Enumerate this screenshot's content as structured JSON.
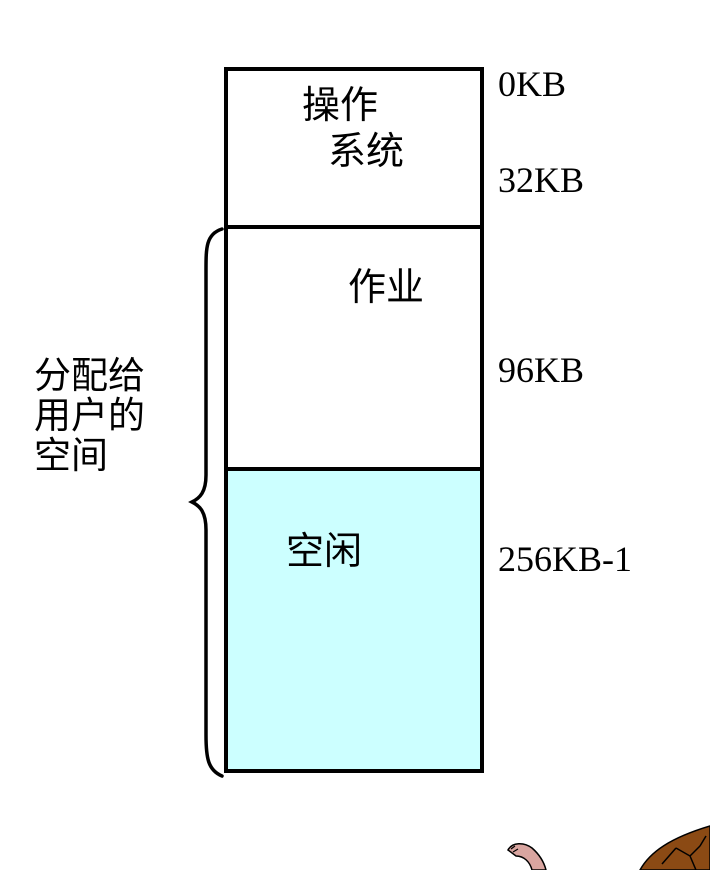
{
  "colors": {
    "free_fill": "#ccffff",
    "border": "#000000",
    "background": "#ffffff"
  },
  "blocks": {
    "os": {
      "line1": "操作",
      "line2": "系统"
    },
    "job": {
      "label": "作业"
    },
    "free": {
      "label": "空闲"
    }
  },
  "addresses": [
    "0KB",
    "32KB",
    "96KB",
    "256KB-1"
  ],
  "side_label": [
    "分配给",
    "用户的",
    "空间"
  ]
}
